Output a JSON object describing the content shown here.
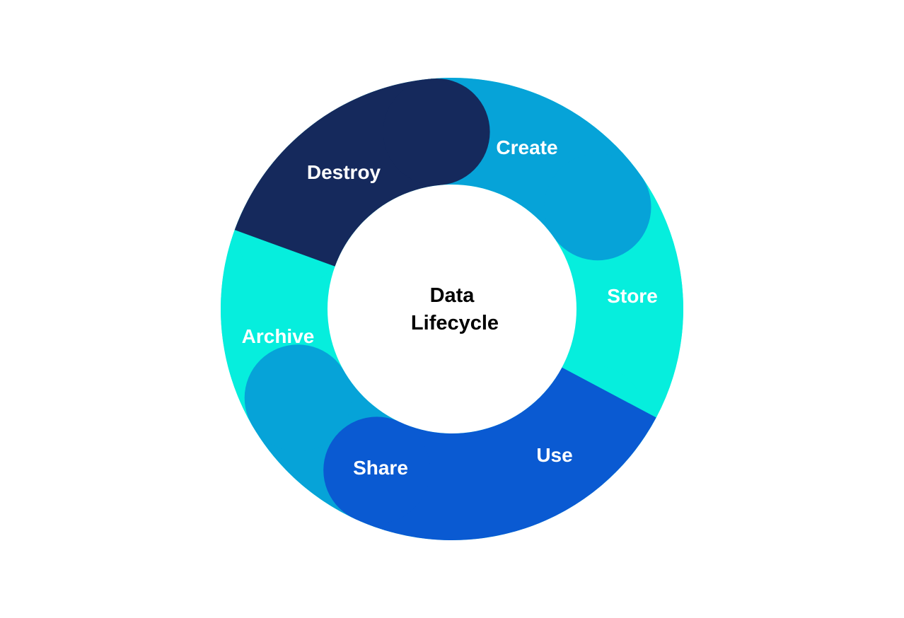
{
  "center": {
    "line1": "Data",
    "line2": "Lifecycle"
  },
  "stages": [
    {
      "label": "Create",
      "color": "#06A3D8"
    },
    {
      "label": "Store",
      "color": "#06EEDD"
    },
    {
      "label": "Use",
      "color": "#0A5AD2"
    },
    {
      "label": "Share",
      "color": "#06A3D8"
    },
    {
      "label": "Archive",
      "color": "#06EEDD"
    },
    {
      "label": "Destroy",
      "color": "#15295C"
    }
  ],
  "colors": {
    "background": "#FFFFFF",
    "center_fill": "#FFFFFF",
    "center_text": "#000000",
    "stage_text": "#FFFFFF"
  }
}
